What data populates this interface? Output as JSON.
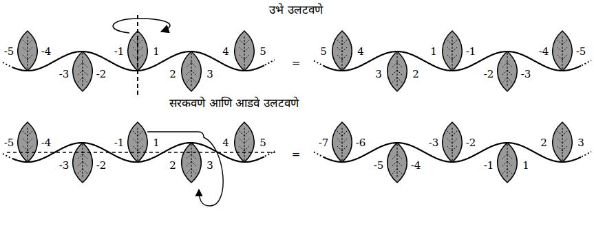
{
  "diagram": {
    "labels": [
      "उभे उलटवणे",
      "-5",
      "-4",
      "-3",
      "-2",
      "-1",
      "1",
      "2",
      "3",
      "4",
      "5",
      "=",
      "5",
      "4",
      "3",
      "2",
      "1",
      "-1",
      "-2",
      "-3",
      "-4",
      "-5",
      "सरकवणे आणि आडवे  उलटवणे",
      "-5",
      "-4",
      "-3",
      "-2",
      "-1",
      "1",
      "2",
      "3",
      "4",
      "5",
      "=",
      "-7",
      "-6",
      "-5",
      "-4",
      "-3",
      "-2",
      "-1",
      "1",
      "2",
      "3"
    ]
  }
}
